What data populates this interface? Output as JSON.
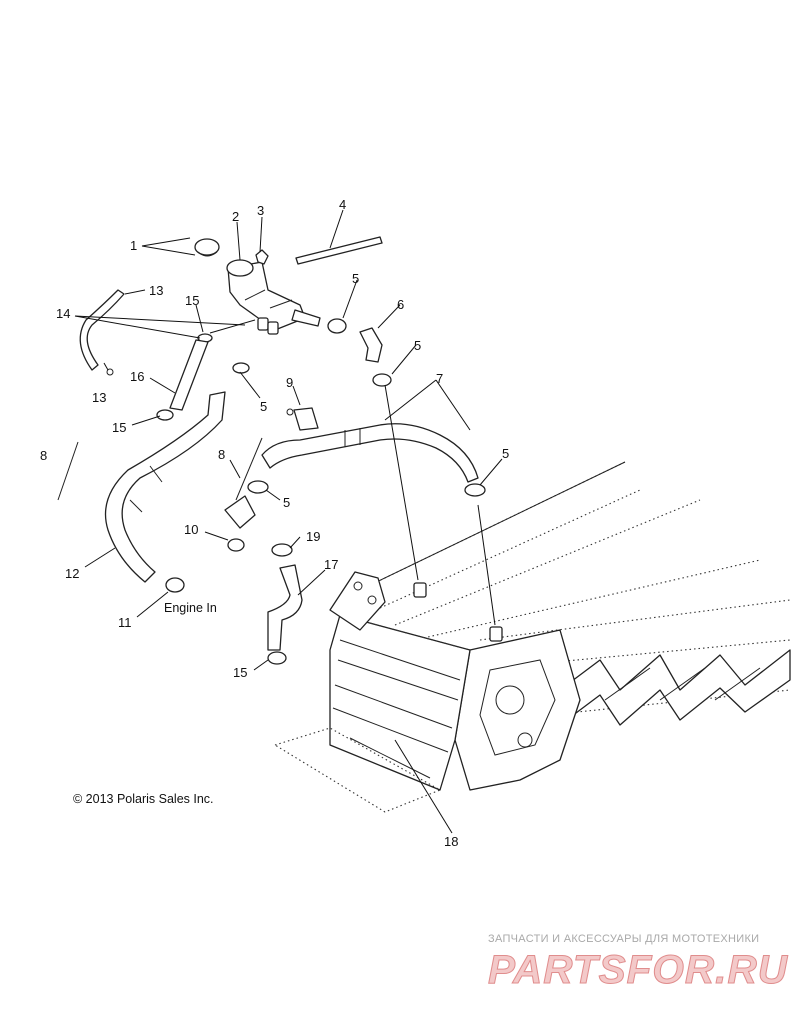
{
  "callouts": [
    {
      "id": "c1",
      "text": "1"
    },
    {
      "id": "c2",
      "text": "2"
    },
    {
      "id": "c3",
      "text": "3"
    },
    {
      "id": "c4",
      "text": "4"
    },
    {
      "id": "c5a",
      "text": "5"
    },
    {
      "id": "c6",
      "text": "6"
    },
    {
      "id": "c5b",
      "text": "5"
    },
    {
      "id": "c13a",
      "text": "13"
    },
    {
      "id": "c14",
      "text": "14"
    },
    {
      "id": "c15a",
      "text": "15"
    },
    {
      "id": "c13b",
      "text": "13"
    },
    {
      "id": "c16",
      "text": "16"
    },
    {
      "id": "c5c",
      "text": "5"
    },
    {
      "id": "c9",
      "text": "9"
    },
    {
      "id": "c7",
      "text": "7"
    },
    {
      "id": "c15b",
      "text": "15"
    },
    {
      "id": "c5d",
      "text": "5"
    },
    {
      "id": "c8a",
      "text": "8"
    },
    {
      "id": "c8b",
      "text": "8"
    },
    {
      "id": "c5e",
      "text": "5"
    },
    {
      "id": "c10",
      "text": "10"
    },
    {
      "id": "c19",
      "text": "19"
    },
    {
      "id": "c12",
      "text": "12"
    },
    {
      "id": "c17",
      "text": "17"
    },
    {
      "id": "c11",
      "text": "11"
    },
    {
      "id": "c15c",
      "text": "15"
    },
    {
      "id": "c18",
      "text": "18"
    }
  ],
  "labels": {
    "engine_in": "Engine In",
    "copyright": "© 2013 Polaris Sales Inc."
  },
  "watermark": {
    "tagline": "ЗАПЧАСТИ И АКСЕССУАРЫ ДЛЯ МОТОТЕХНИКИ",
    "logo": "PARTSFOR.RU"
  }
}
